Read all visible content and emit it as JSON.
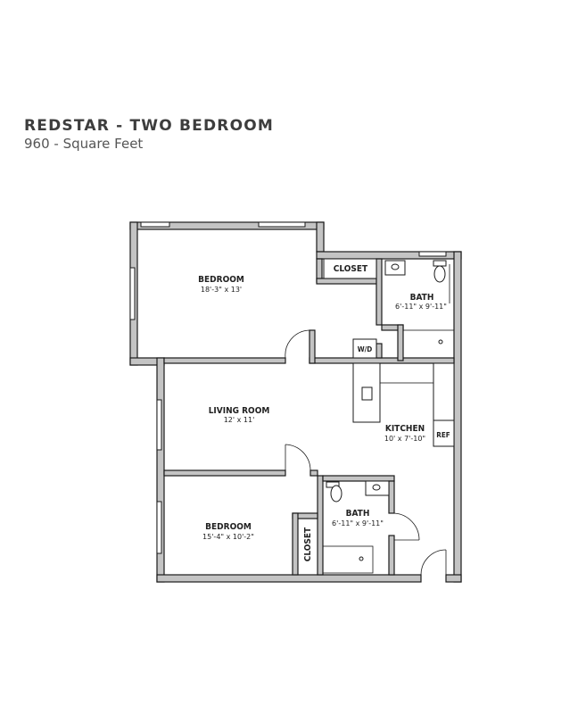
{
  "header": {
    "title": "REDSTAR - TWO BEDROOM",
    "subtitle": "960 - Square Feet"
  },
  "rooms": {
    "bedroom_1": {
      "name": "BEDROOM",
      "dims": "18'-3\" x 13'"
    },
    "closet_1": {
      "name": "CLOSET"
    },
    "bath_1": {
      "name": "BATH",
      "dims": "6'-11\" x 9'-11\""
    },
    "wd": {
      "name": "W/D"
    },
    "living_room": {
      "name": "LIVING ROOM",
      "dims": "12' x 11'"
    },
    "kitchen": {
      "name": "KITCHEN",
      "dims": "10' x 7'-10\""
    },
    "ref": {
      "name": "REF"
    },
    "bedroom_2": {
      "name": "BEDROOM",
      "dims": "15'-4\" x 10'-2\""
    },
    "closet_2": {
      "name": "CLOSET"
    },
    "bath_2": {
      "name": "BATH",
      "dims": "6'-11\" x 9'-11\""
    }
  },
  "colors": {
    "wall_fill": "#c4c4c4",
    "line": "#1a1a1a",
    "text": "#222222"
  }
}
